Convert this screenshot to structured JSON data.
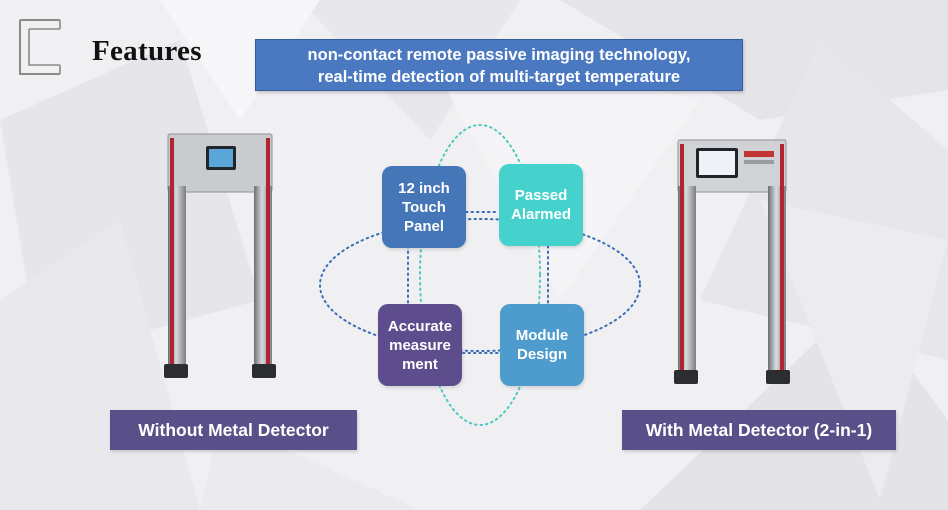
{
  "header": {
    "title": "Features",
    "banner_line1": "non-contact remote passive imaging technology,",
    "banner_line2": "real-time detection of multi-target temperature"
  },
  "features": {
    "touch_panel": "12 inch\nTouch\nPanel",
    "alarm": "Passed\nAlarmed",
    "accuracy": "Accurate\nmeasure\nment",
    "module": "Module\nDesign"
  },
  "products": {
    "left_caption": "Without Metal Detector",
    "right_caption": "With Metal Detector (2-in-1)"
  },
  "colors": {
    "banner": "#4a79c2",
    "touch_tile": "#4576b7",
    "alarm_tile": "#46d2cc",
    "accuracy_tile": "#5d4d8c",
    "module_tile": "#4e9ccd",
    "caption_bg": "#59508a"
  }
}
